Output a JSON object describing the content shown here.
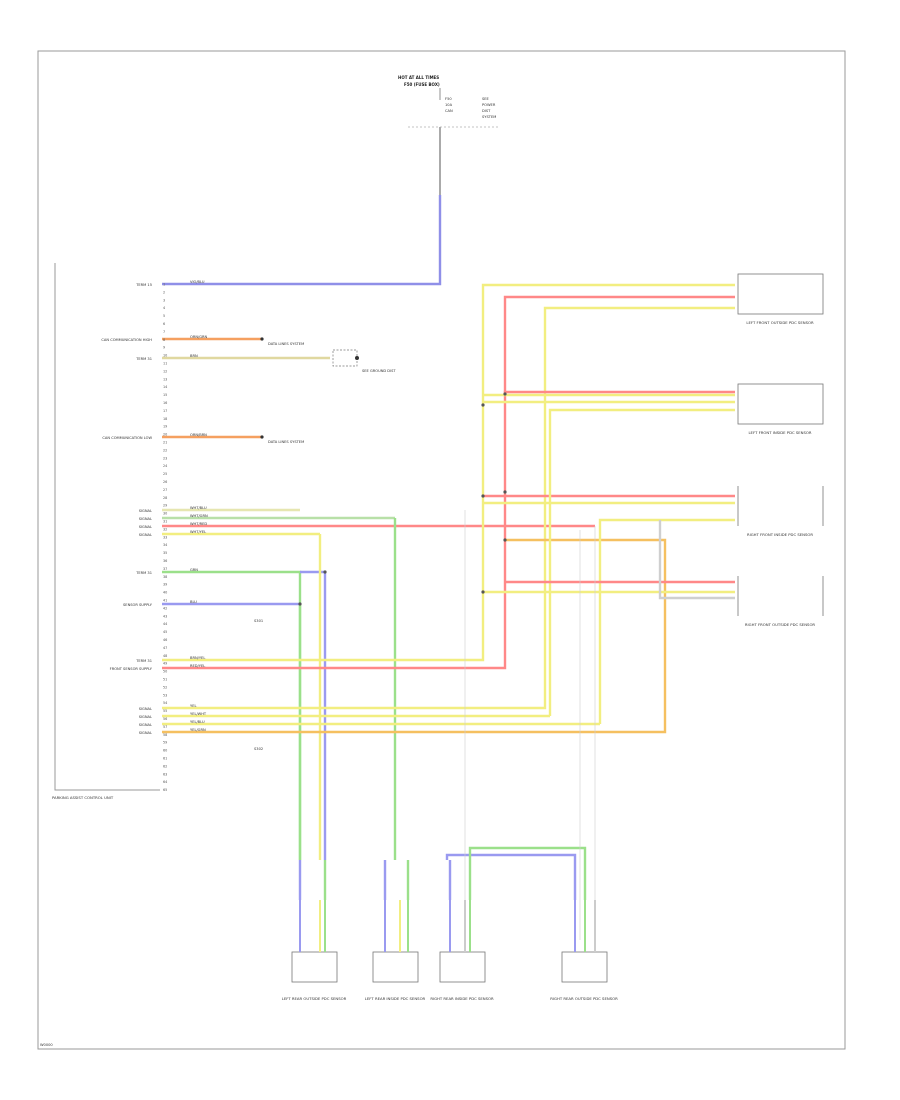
{
  "top_connector": {
    "title": "HOT AT ALL TIMES",
    "subtitle": "F50 (FUSE BOX)",
    "labels": [
      "F50",
      "10A",
      "CAN",
      "SEE",
      "POWER",
      "DIST",
      "SYSTEM"
    ]
  },
  "control_unit": {
    "name": "PARKING ASSIST CONTROL UNIT",
    "inputs": [
      {
        "label": "TERM 15",
        "wire": "VIO/BLU"
      },
      {
        "label": "CAN COMMUNICATION HIGH",
        "wire": "ORN/GRN"
      },
      {
        "label": "TERM 31",
        "wire": "BRN"
      },
      {
        "label": "CAN COMMUNICATION LOW",
        "wire": "ORN/BRN"
      },
      {
        "label": "SIGNAL",
        "wire": "WHT/BLU"
      },
      {
        "label": "SIGNAL",
        "wire": "WHT/GRN"
      },
      {
        "label": "SIGNAL",
        "wire": "WHT/RED"
      },
      {
        "label": "SIGNAL",
        "wire": "WHT/YEL"
      },
      {
        "label": "TERM 31",
        "wire": "GRN"
      },
      {
        "label": "SENSOR SUPPLY",
        "wire": "BLU"
      },
      {
        "label": "TERM 31",
        "wire": "BRN/YEL"
      },
      {
        "label": "FRONT SENSOR SUPPLY",
        "wire": "RED/YEL"
      },
      {
        "label": "SIGNAL",
        "wire": "YEL"
      },
      {
        "label": "SIGNAL",
        "wire": "YEL/WHT"
      },
      {
        "label": "SIGNAL",
        "wire": "YEL/BLU"
      },
      {
        "label": "SIGNAL",
        "wire": "YEL/GRN"
      }
    ]
  },
  "references": {
    "can_system_1": "DATA LINES SYSTEM",
    "can_system_2": "DATA LINES SYSTEM",
    "ground_note": "SEE GROUND DIST"
  },
  "front_sensors": [
    {
      "name": "LEFT FRONT OUTSIDE PDC SENSOR"
    },
    {
      "name": "LEFT FRONT INSIDE PDC SENSOR"
    },
    {
      "name": "RIGHT FRONT INSIDE PDC SENSOR"
    },
    {
      "name": "RIGHT FRONT OUTSIDE PDC SENSOR"
    }
  ],
  "rear_sensors": [
    {
      "name": "LEFT REAR OUTSIDE PDC SENSOR"
    },
    {
      "name": "LEFT REAR INSIDE PDC SENSOR"
    },
    {
      "name": "RIGHT REAR INSIDE PDC SENSOR"
    },
    {
      "name": "RIGHT REAR OUTSIDE PDC SENSOR"
    }
  ],
  "splice_labels": {
    "s1": "S301",
    "s2": "S302"
  },
  "footer_code": "W0000",
  "colors": {
    "violet_blue": "#8f8fe8",
    "orange": "#f5a060",
    "red": "#ff8888",
    "yellow": "#f2ee80",
    "green": "#9be08a",
    "blue": "#9a9af0",
    "grey": "#bdbdbd",
    "frame": "#9a9a9a"
  }
}
